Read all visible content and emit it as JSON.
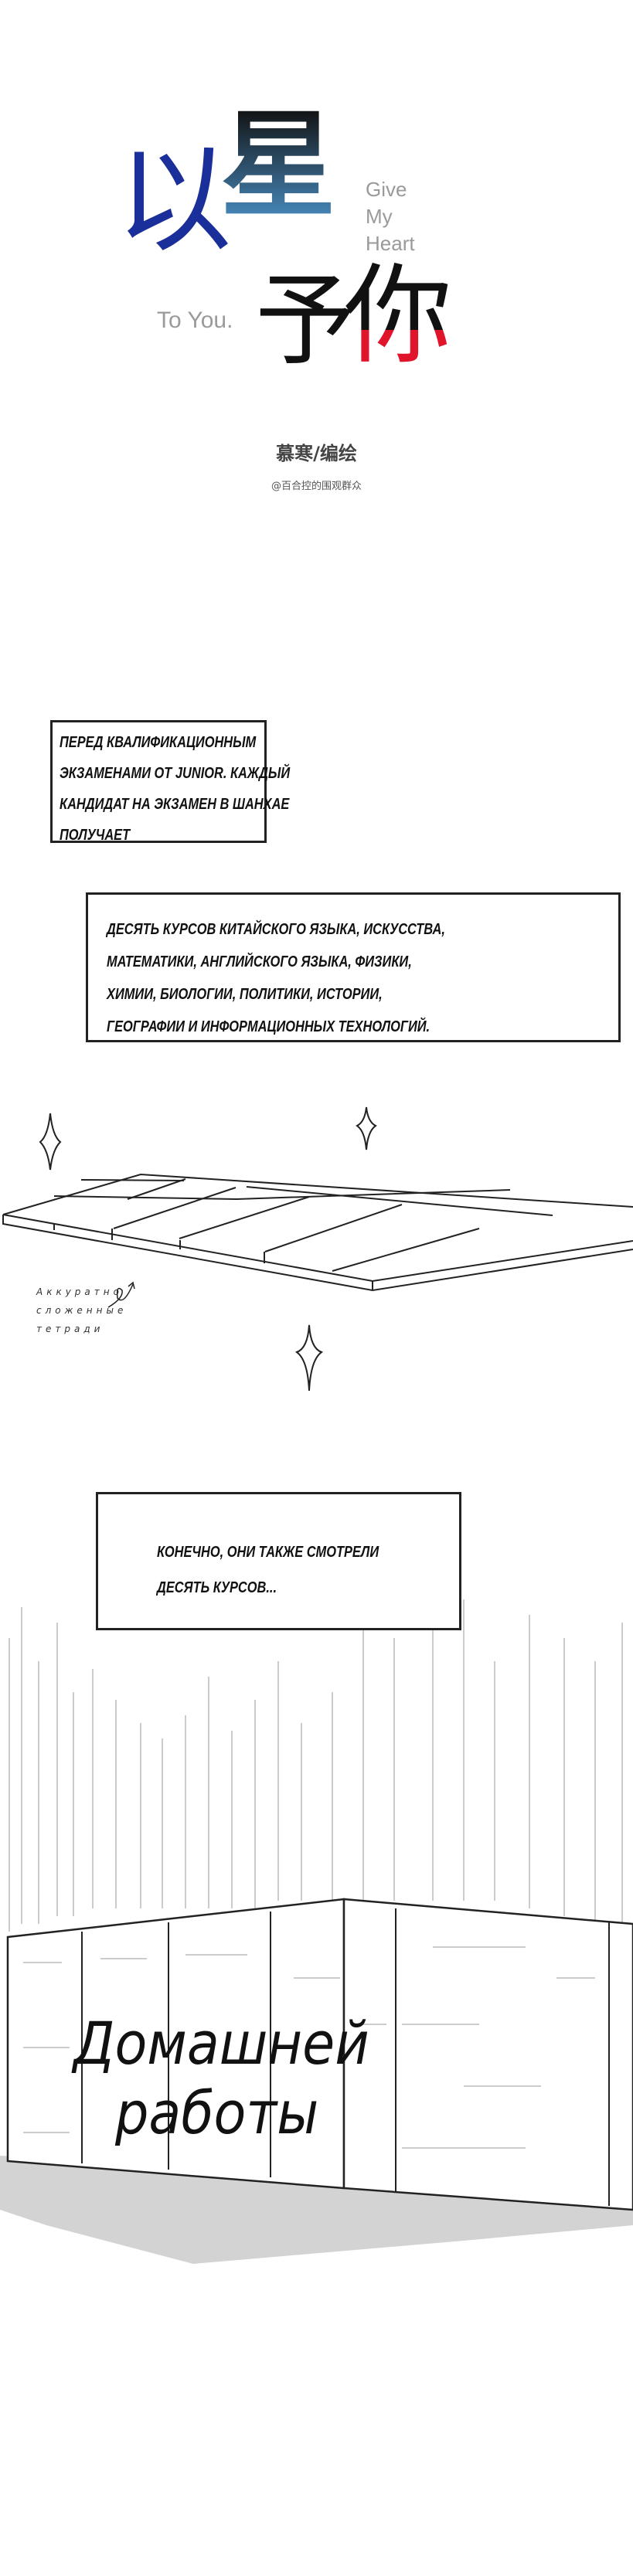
{
  "cover": {
    "title_chars": [
      "以",
      "星",
      "予",
      "你"
    ],
    "subtitle_lines": [
      "Give",
      "My",
      "Heart"
    ],
    "subtitle_to_you": "To You.",
    "author": "慕寒/编绘",
    "credit": "@百合控的围观群众",
    "colors": {
      "blue": "#1a2f9a",
      "star_gradient_top": "#111111",
      "star_gradient_bottom": "#4a8fc4",
      "red": "#e0142a"
    }
  },
  "captions": [
    {
      "lines": [
        "ПЕРЕД КВАЛИФИКАЦИОННЫМ",
        "ЭКЗАМЕНАМИ ОТ JUNIOR.  КАЖДЫЙ",
        "КАНДИДАТ НА ЭКЗАМЕН В ШАНХАЕ",
        "ПОЛУЧАЕТ"
      ]
    },
    {
      "lines": [
        "ДЕСЯТЬ КУРСОВ КИТАЙСКОГО ЯЗЫКА, ИСКУССТВА,",
        "МАТЕМАТИКИ, АНГЛИЙСКОГО ЯЗЫКА, ФИЗИКИ,",
        "ХИМИИ, БИОЛОГИИ, ПОЛИТИКИ, ИСТОРИИ,",
        "ГЕОГРАФИИ И ИНФОРМАЦИОННЫХ ТЕХНОЛОГИЙ."
      ]
    },
    {
      "lines": [
        "КОНЕЧНО, ОНИ ТАКЖЕ СМОТРЕЛИ",
        "ДЕСЯТЬ КУРСОВ..."
      ]
    }
  ],
  "notebooks_note": {
    "lines": [
      "Аккуратно",
      "сложенные",
      "тетради"
    ]
  },
  "homework_sign": {
    "lines": [
      "Домашней",
      "работы"
    ]
  }
}
